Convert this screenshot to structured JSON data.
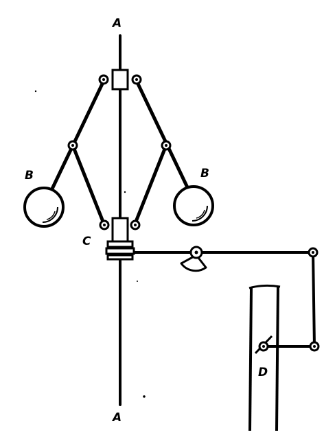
{
  "figure": {
    "labels": {
      "spindle_top": "A",
      "spindle_bottom": "A",
      "ball_left": "B",
      "ball_right": "B",
      "sleeve": "C",
      "valve": "D"
    },
    "ink_color": "#000000",
    "background": "#ffffff"
  }
}
